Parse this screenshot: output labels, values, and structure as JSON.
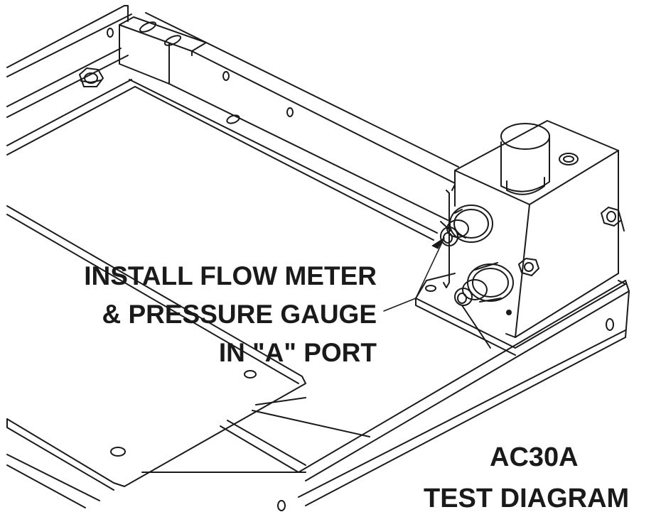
{
  "callout": {
    "line1": "INSTALL FLOW METER",
    "line2": "& PRESSURE GAUGE",
    "line3": "IN \"A\" PORT"
  },
  "title": {
    "line1": "AC30A",
    "line2": "TEST DIAGRAM"
  },
  "colors": {
    "ink": "#1a1a1a",
    "paper": "#ffffff"
  }
}
